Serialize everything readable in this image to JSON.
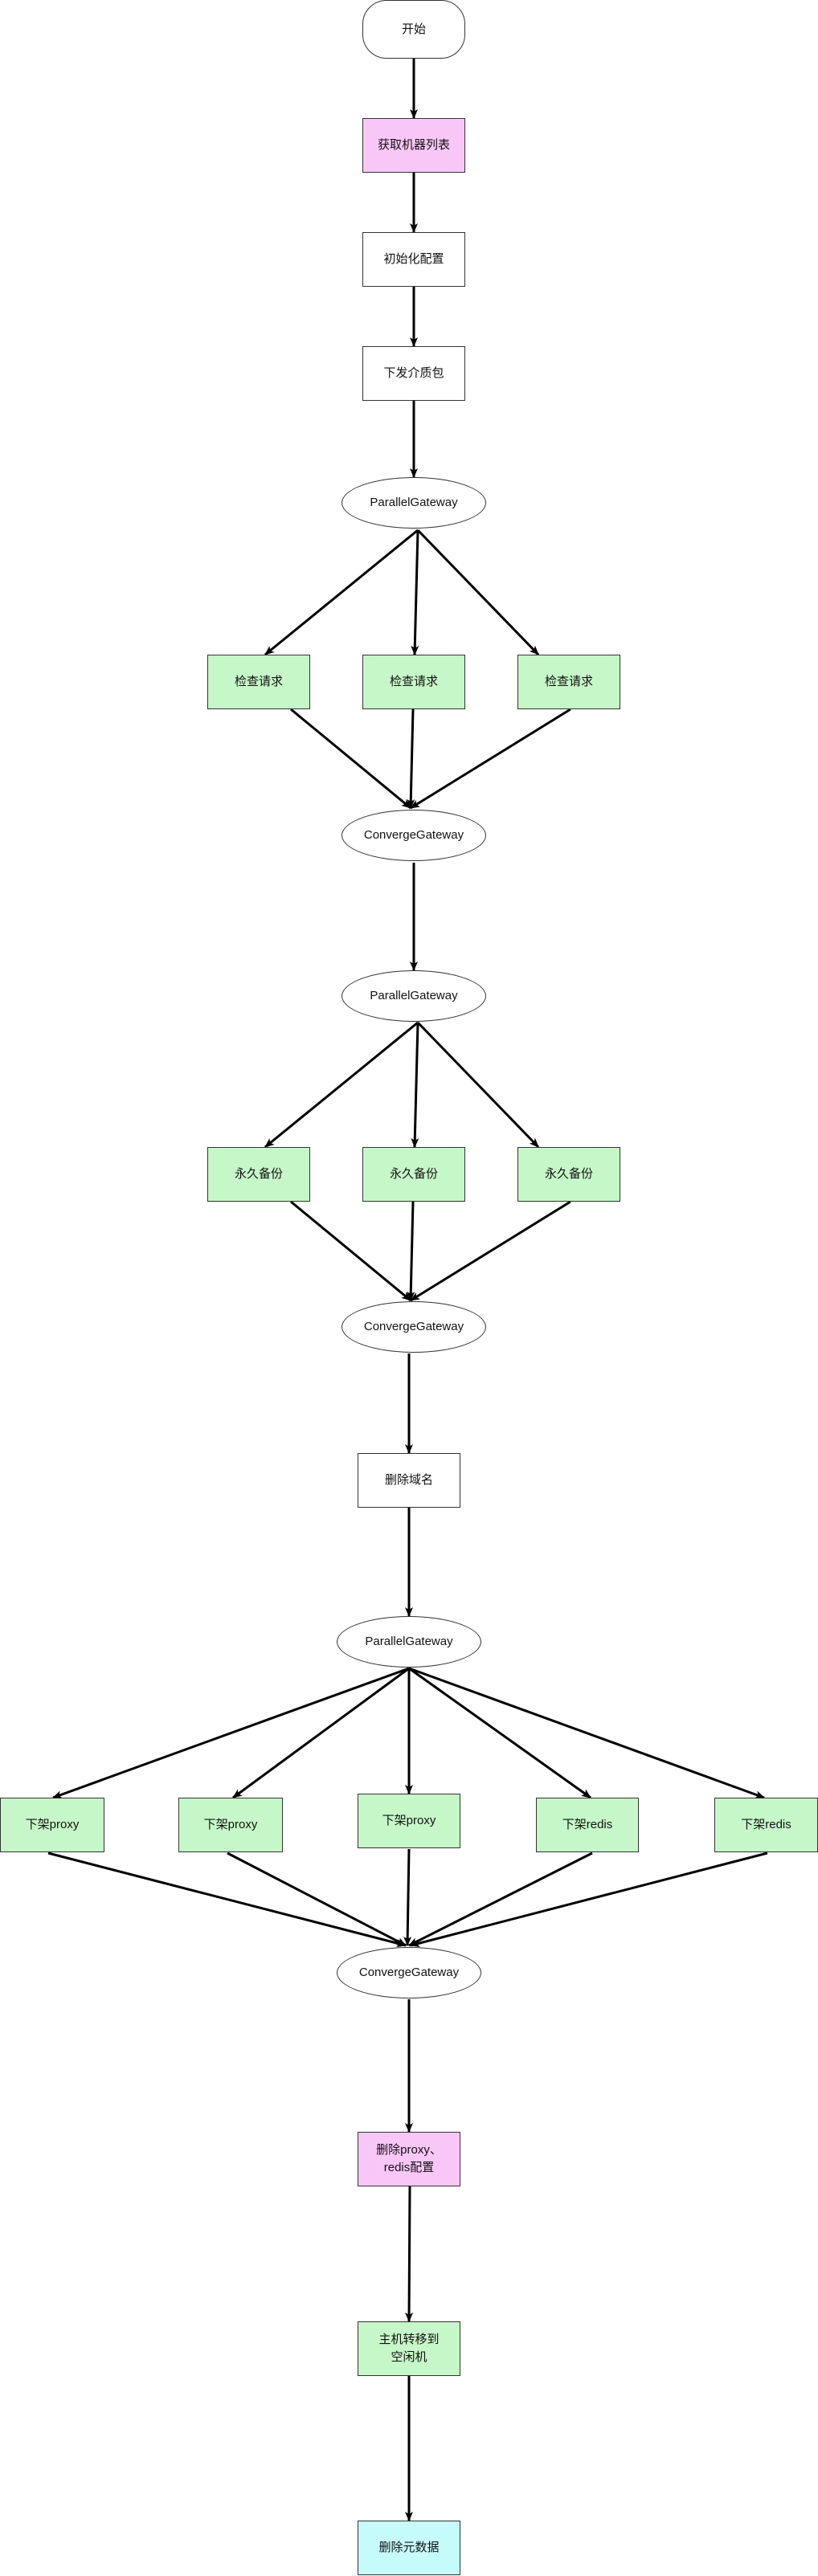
{
  "colors": {
    "green": "#c6f7c8",
    "pink": "#f9c7f7",
    "cyan": "#c6fbfb",
    "white": "#ffffff",
    "line": "#000000"
  },
  "nodes": {
    "start": "开始",
    "get_machines": "获取机器列表",
    "init_config": "初始化配置",
    "send_package": "下发介质包",
    "parallel_1": "ParallelGateway",
    "check_1": "检查请求",
    "check_2": "检查请求",
    "check_3": "检查请求",
    "converge_1": "ConvergeGateway",
    "parallel_2": "ParallelGateway",
    "backup_1": "永久备份",
    "backup_2": "永久备份",
    "backup_3": "永久备份",
    "converge_2": "ConvergeGateway",
    "delete_domain": "删除域名",
    "parallel_3": "ParallelGateway",
    "offline_proxy_1": "下架proxy",
    "offline_proxy_2": "下架proxy",
    "offline_proxy_3": "下架proxy",
    "offline_redis_1": "下架redis",
    "offline_redis_2": "下架redis",
    "converge_3": "ConvergeGateway",
    "delete_config": "删除proxy、\nredis配置",
    "move_host": "主机转移到\n空闲机",
    "delete_metadata": "删除元数据"
  }
}
